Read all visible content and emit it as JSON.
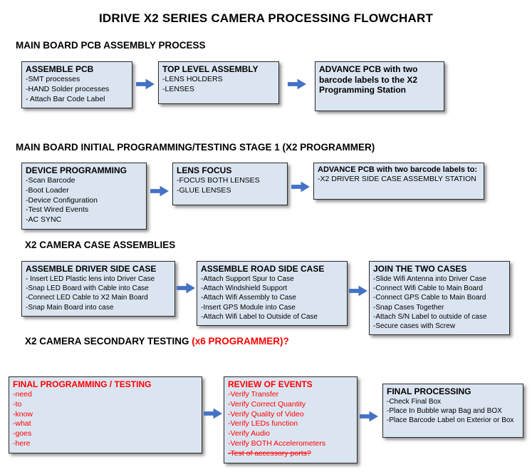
{
  "title": "IDRIVE X2  SERIES CAMERA PROCESSING FLOWCHART",
  "colors": {
    "box_fill": "#dbe5f1",
    "box_border": "#2a2a2a",
    "arrow_blue": "#4472c4",
    "alert_red": "#ff0000"
  },
  "sections": [
    {
      "heading": "MAIN BOARD PCB ASSEMBLY PROCESS",
      "heading_red": "",
      "boxes": [
        {
          "title": "ASSEMBLE PCB",
          "items": [
            "-SMT processes",
            "-HAND Solder processes",
            "- Attach Bar Code Label"
          ]
        },
        {
          "title": "TOP LEVEL ASSEMBLY",
          "items": [
            "-LENS HOLDERS",
            "-LENSES"
          ]
        },
        {
          "title": "ADVANCE PCB with two barcode labels to the  X2 Programming Station",
          "items": []
        }
      ]
    },
    {
      "heading": "MAIN BOARD INITIAL PROGRAMMING/TESTING STAGE 1 (X2 PROGRAMMER)",
      "heading_red": "",
      "boxes": [
        {
          "title": "DEVICE PROGRAMMING",
          "items": [
            "-Scan Barcode",
            "-Boot Loader",
            "-Device Configuration",
            "-Test Wired Events",
            "-AC SYNC"
          ]
        },
        {
          "title": "LENS FOCUS",
          "items": [
            "-FOCUS BOTH LENSES",
            "-GLUE LENSES"
          ]
        },
        {
          "title": "ADVANCE PCB with two barcode labels to:",
          "items": [
            "-X2 DRIVER  SIDE  CASE  ASSEMBLY STATION"
          ]
        }
      ]
    },
    {
      "heading": "X2 CAMERA CASE ASSEMBLIES",
      "heading_red": "",
      "boxes": [
        {
          "title": "ASSEMBLE DRIVER SIDE CASE",
          "items": [
            "- Insert LED Plastic lens into Driver Case",
            "-Snap LED Board with Cable into Case",
            "-Connect LED Cable to X2 Main Board",
            "-Snap Main Board into case"
          ]
        },
        {
          "title": "ASSEMBLE ROAD SIDE CASE",
          "items": [
            "-Attach Support Spur to Case",
            "-Attach Windshield Support",
            "-Attach Wifi Assembly to Case",
            "-Insert GPS Module into Case",
            "-Attach Wifi Label to Outside of Case"
          ]
        },
        {
          "title": "JOIN THE TWO CASES",
          "items": [
            "-Slide Wifi Antenna into Driver Case",
            "-Connect Wifi Cable to Main Board",
            "-Connect GPS Cable to Main Board",
            "-Snap Cases Together",
            "-Attach S/N Label to outside of case",
            "-Secure cases with Screw"
          ]
        }
      ]
    },
    {
      "heading": "X2 CAMERA SECONDARY TESTING ",
      "heading_red": "(x6 PROGRAMMER)?",
      "boxes": [
        {
          "title": "FINAL PROGRAMMING / TESTING",
          "items": [
            "-need",
            "-to",
            "-know",
            "-what",
            "-goes",
            "-here"
          ]
        },
        {
          "title": "REVIEW OF EVENTS",
          "items": [
            "-Verify Transfer",
            "-Verify Correct Quantity",
            "-Verify Quality of Video",
            "-Verify LEDs function",
            "-Verify Audio",
            "-Verify BOTH Accelerometers",
            {
              "text": "-Test of accessory ports?",
              "strike": true
            }
          ]
        },
        {
          "title": "FINAL PROCESSING",
          "items": [
            "-Check Final Box",
            "-Place In Bubble wrap Bag and BOX",
            "-Place Barcode Label on Exterior or Box"
          ]
        }
      ]
    }
  ]
}
